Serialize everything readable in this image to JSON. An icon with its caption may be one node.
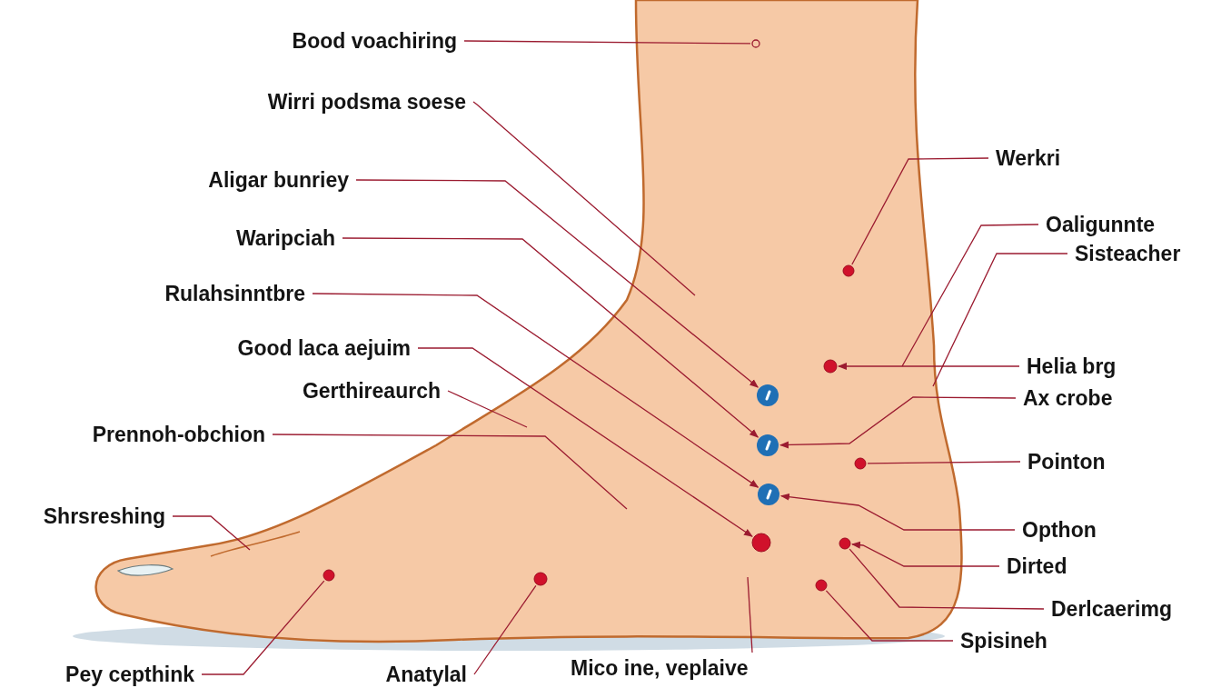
{
  "diagram": {
    "nodes": [
      {
        "text": [
          "Bood voachiring"
        ]
      },
      {
        "text": [
          "Wirri podsma soese"
        ]
      },
      {
        "text": [
          "Aligar bunriey"
        ]
      },
      {
        "text": [
          "Waripciah"
        ]
      },
      {
        "text": [
          "Rulahsinntbre"
        ]
      },
      {
        "text": [
          "Good laca aejuim"
        ]
      },
      {
        "text": [
          "Gerthireaurch"
        ]
      },
      {
        "text": [
          "Prennoh-obchion"
        ]
      },
      {
        "text": [
          "Shrsreshing"
        ]
      },
      {
        "text": [
          "Pey cepthink"
        ]
      },
      {
        "text": [
          "Anatylal"
        ]
      },
      {
        "text": [
          "Mico ine, veplaive"
        ]
      },
      {
        "text": [
          "Werkri"
        ]
      },
      {
        "text": [
          "Oaligunnte"
        ]
      },
      {
        "text": [
          "Sisteacher"
        ]
      },
      {
        "text": [
          "Helia brg"
        ]
      },
      {
        "text": [
          "Ax crobe"
        ]
      },
      {
        "text": [
          "Pointon"
        ]
      },
      {
        "text": [
          "Opthon"
        ]
      },
      {
        "text": [
          "Dirted"
        ]
      },
      {
        "text": [
          "Derlcaerimg"
        ]
      },
      {
        "text": [
          "Spisineh"
        ]
      },
      {
        "text": [],
        "shape": "circle"
      },
      {
        "text": [],
        "shape": "circle"
      },
      {
        "text": [],
        "shape": "circle"
      },
      {
        "text": [],
        "shape": "circle"
      },
      {
        "text": [],
        "shape": "circle"
      },
      {
        "text": [],
        "shape": "circle"
      },
      {
        "text": [],
        "shape": "circle"
      },
      {
        "text": [],
        "shape": "circle"
      },
      {
        "text": [],
        "shape": "circle"
      },
      {
        "text": [],
        "shape": "circle"
      },
      {
        "text": [],
        "shape": "circle"
      },
      {
        "text": [],
        "shape": "circle"
      }
    ],
    "edges": [
      {
        "from": 0,
        "to": 22,
        "arrow": "none"
      },
      {
        "from": 1,
        "to": null,
        "arrow": "none"
      },
      {
        "from": 2,
        "to": 23,
        "arrow": "to"
      },
      {
        "from": 3,
        "to": 24,
        "arrow": "to"
      },
      {
        "from": 4,
        "to": 25,
        "arrow": "to"
      },
      {
        "from": 5,
        "to": 26,
        "arrow": "to"
      },
      {
        "from": 6,
        "to": null,
        "arrow": "none"
      },
      {
        "from": 7,
        "to": null,
        "arrow": "none"
      },
      {
        "from": 8,
        "to": null,
        "arrow": "none"
      },
      {
        "from": 9,
        "to": 27,
        "arrow": "none"
      },
      {
        "from": 10,
        "to": 28,
        "arrow": "none"
      },
      {
        "from": 11,
        "to": null,
        "arrow": "none"
      },
      {
        "from": 12,
        "to": 29,
        "arrow": "none"
      },
      {
        "from": 13,
        "to": null,
        "arrow": "none"
      },
      {
        "from": 14,
        "to": null,
        "arrow": "none"
      },
      {
        "from": 15,
        "to": 30,
        "arrow": "to"
      },
      {
        "from": 16,
        "to": 24,
        "arrow": "to"
      },
      {
        "from": 17,
        "to": 31,
        "arrow": "none"
      },
      {
        "from": 18,
        "to": 25,
        "arrow": "to"
      },
      {
        "from": 19,
        "to": 32,
        "arrow": "to"
      },
      {
        "from": 20,
        "to": 32,
        "arrow": "none"
      },
      {
        "from": 21,
        "to": 33,
        "arrow": "none"
      }
    ]
  }
}
